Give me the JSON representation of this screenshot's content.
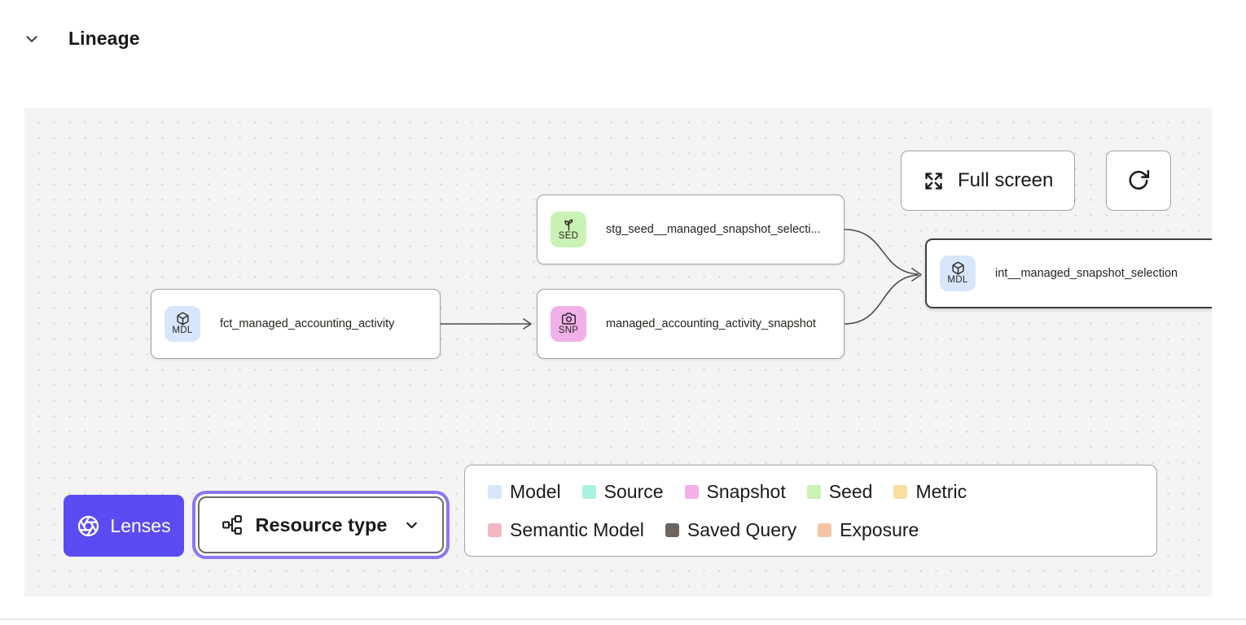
{
  "header": {
    "title": "Lineage",
    "collapse_icon": "chevron-down"
  },
  "toolbar": {
    "full_screen_label": "Full screen",
    "refresh_icon": "refresh-arrow"
  },
  "nodes": [
    {
      "badge": "SED",
      "type": "seed",
      "icon": "sprout-icon",
      "label": "stg_seed__managed_snapshot_selecti...",
      "badge_color": "#c9f2b4",
      "selected": false
    },
    {
      "badge": "MDL",
      "type": "model",
      "icon": "cube-icon",
      "label": "fct_managed_accounting_activity",
      "badge_color": "#d7e6fb",
      "selected": false
    },
    {
      "badge": "SNP",
      "type": "snapshot",
      "icon": "camera-icon",
      "label": "managed_accounting_activity_snapshot",
      "badge_color": "#f0b1e9",
      "selected": false
    },
    {
      "badge": "MDL",
      "type": "model",
      "icon": "cube-icon",
      "label": "int__managed_snapshot_selection",
      "badge_color": "#d7e6fb",
      "selected": true
    }
  ],
  "footer_controls": {
    "lenses_label": "Lenses",
    "resource_type_label": "Resource type"
  },
  "legend": {
    "items": [
      {
        "label": "Model",
        "color": "#d7e6fb"
      },
      {
        "label": "Source",
        "color": "#a9f2e1"
      },
      {
        "label": "Snapshot",
        "color": "#f0b1e9"
      },
      {
        "label": "Seed",
        "color": "#c9f2b4"
      },
      {
        "label": "Metric",
        "color": "#f7dfa1"
      },
      {
        "label": "Semantic Model",
        "color": "#f3b7c4"
      },
      {
        "label": "Saved Query",
        "color": "#6b6460"
      },
      {
        "label": "Exposure",
        "color": "#f6c4a3"
      }
    ]
  },
  "colors": {
    "lenses_purple": "#5b4bf2",
    "focus_ring": "#8a77f5",
    "selected_node_border": "#3f3f46",
    "edge": "#4b4b52",
    "canvas_background": "#f4f4f4"
  }
}
